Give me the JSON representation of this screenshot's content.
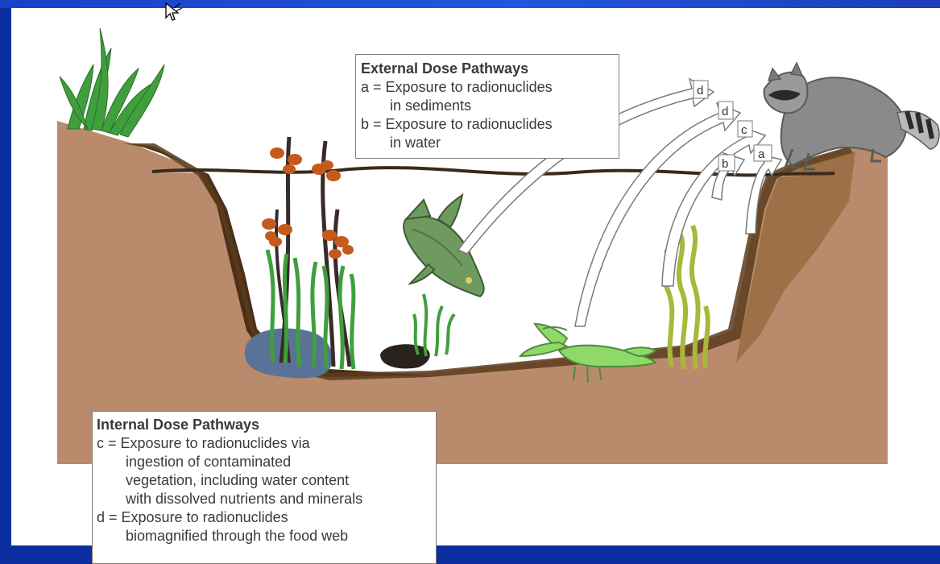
{
  "external": {
    "title": "External Dose Pathways",
    "a_line1": "a = Exposure to radionuclides",
    "a_line2": "in sediments",
    "b_line1": "b = Exposure to radionuclides",
    "b_line2": "in water"
  },
  "internal": {
    "title": "Internal Dose Pathways",
    "c_line1": "c = Exposure to radionuclides via",
    "c_line2": "ingestion of contaminated",
    "c_line3": "vegetation, including water content",
    "c_line4": "with dissolved nutrients and minerals",
    "d_line1": "d = Exposure to radionuclides",
    "d_line2": "biomagnified through the food web"
  },
  "arrow_tags": {
    "a": "a",
    "b": "b",
    "c": "c",
    "d1": "d",
    "d2": "d"
  },
  "colors": {
    "soil": "#b98a6c",
    "bank_dark": "#4a3018",
    "plant_green": "#3f9f3c",
    "fish": "#6f9a5f",
    "crayfish": "#8fd96a",
    "rock": "#5a7297"
  }
}
